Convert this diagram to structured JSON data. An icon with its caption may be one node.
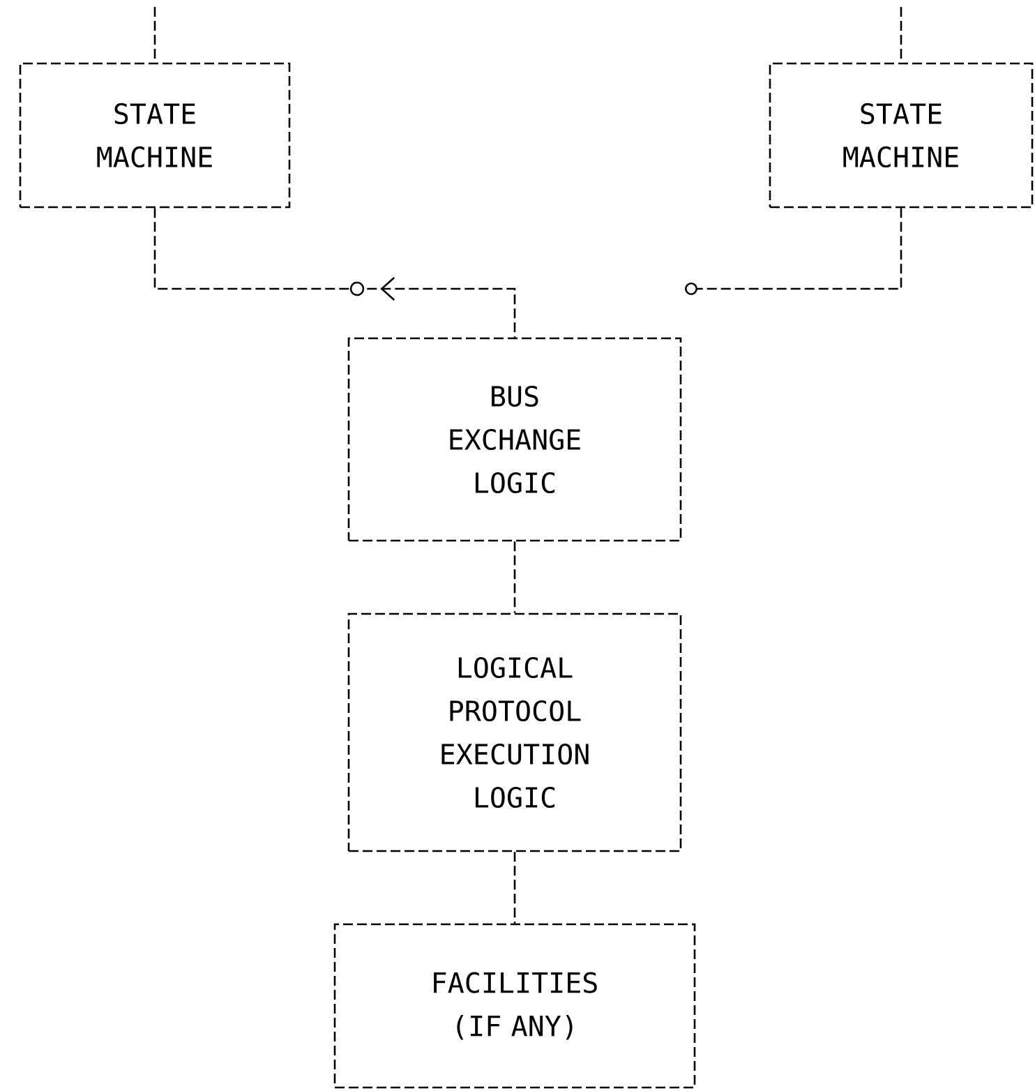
{
  "diagram": {
    "nodes": [
      {
        "text": [
          "STATE MACHINE"
        ]
      },
      {
        "text": [
          "STATE MACHINE"
        ]
      },
      {
        "text": [
          "BUS EXCHANGE LOGIC"
        ]
      },
      {
        "text": [
          "LOGICAL PROTOCOL EXECUTION LOGIC"
        ]
      },
      {
        "text": [
          "FACILITIES (IF ANY)"
        ]
      }
    ],
    "edges": [
      {
        "from": null,
        "to": 0,
        "arrow": "none"
      },
      {
        "from": null,
        "to": 1,
        "arrow": "none"
      },
      {
        "from": 2,
        "to": 0,
        "arrow": "to"
      },
      {
        "from": 1,
        "to": null,
        "arrow": "other"
      },
      {
        "from": 2,
        "to": 3,
        "arrow": "none"
      },
      {
        "from": 3,
        "to": 4,
        "arrow": "none"
      }
    ]
  }
}
